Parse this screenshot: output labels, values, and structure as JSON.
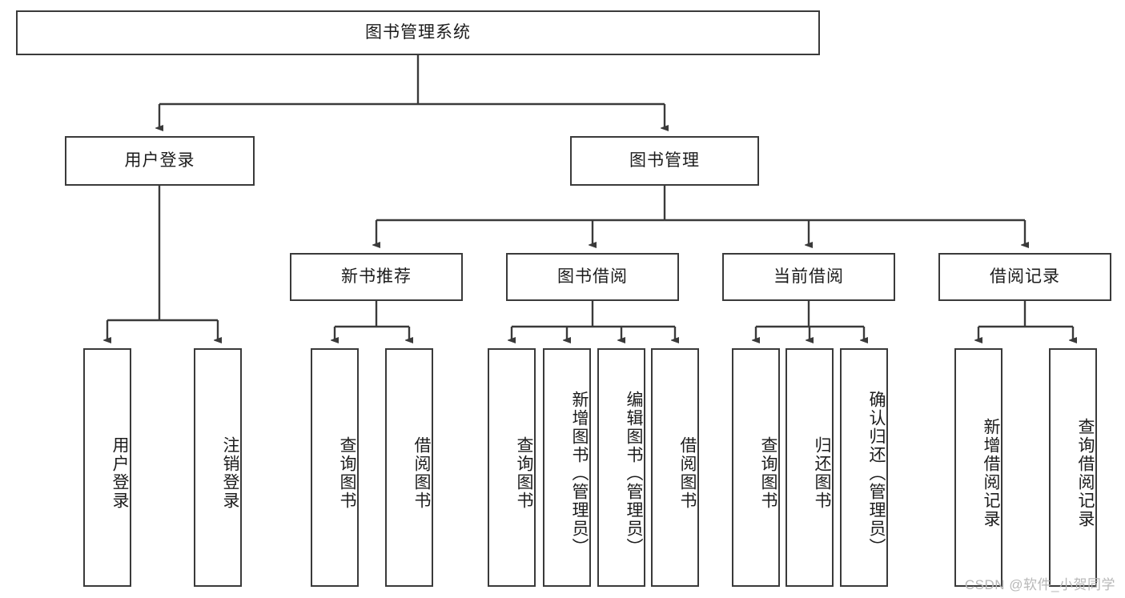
{
  "diagram": {
    "title": "图书管理系统",
    "type": "tree",
    "watermark": "CSDN @软件_小贺同学",
    "colors": {
      "border": "#3a3a3a",
      "background": "#ffffff",
      "text": "#1c1c1c",
      "watermark": "#b8b8b8"
    },
    "root": {
      "id": "root",
      "label": "图书管理系统"
    },
    "level2": [
      {
        "id": "user-login",
        "label": "用户登录"
      },
      {
        "id": "book-management",
        "label": "图书管理"
      }
    ],
    "level3": [
      {
        "id": "new-book-recommend",
        "label": "新书推荐",
        "parent": "book-management"
      },
      {
        "id": "book-borrow",
        "label": "图书借阅",
        "parent": "book-management"
      },
      {
        "id": "current-borrow",
        "label": "当前借阅",
        "parent": "book-management"
      },
      {
        "id": "borrow-record",
        "label": "借阅记录",
        "parent": "book-management"
      }
    ],
    "leaves": [
      {
        "id": "leaf-user-login",
        "label": "用户登录",
        "parent": "user-login"
      },
      {
        "id": "leaf-logout-login",
        "label": "注销登录",
        "parent": "user-login"
      },
      {
        "id": "leaf-query-book-1",
        "label": "查询图书",
        "parent": "new-book-recommend"
      },
      {
        "id": "leaf-borrow-book-1",
        "label": "借阅图书",
        "parent": "new-book-recommend"
      },
      {
        "id": "leaf-query-book-2",
        "label": "查询图书",
        "parent": "book-borrow"
      },
      {
        "id": "leaf-add-book",
        "label": "新增图书（管理员）",
        "parent": "book-borrow"
      },
      {
        "id": "leaf-edit-book",
        "label": "编辑图书（管理员）",
        "parent": "book-borrow"
      },
      {
        "id": "leaf-borrow-book-2",
        "label": "借阅图书",
        "parent": "book-borrow"
      },
      {
        "id": "leaf-query-book-3",
        "label": "查询图书",
        "parent": "current-borrow"
      },
      {
        "id": "leaf-return-book",
        "label": "归还图书",
        "parent": "current-borrow"
      },
      {
        "id": "leaf-confirm-return",
        "label": "确认归还（管理员）",
        "parent": "current-borrow"
      },
      {
        "id": "leaf-add-record",
        "label": "新增借阅记录",
        "parent": "borrow-record"
      },
      {
        "id": "leaf-query-record",
        "label": "查询借阅记录",
        "parent": "borrow-record"
      }
    ]
  }
}
